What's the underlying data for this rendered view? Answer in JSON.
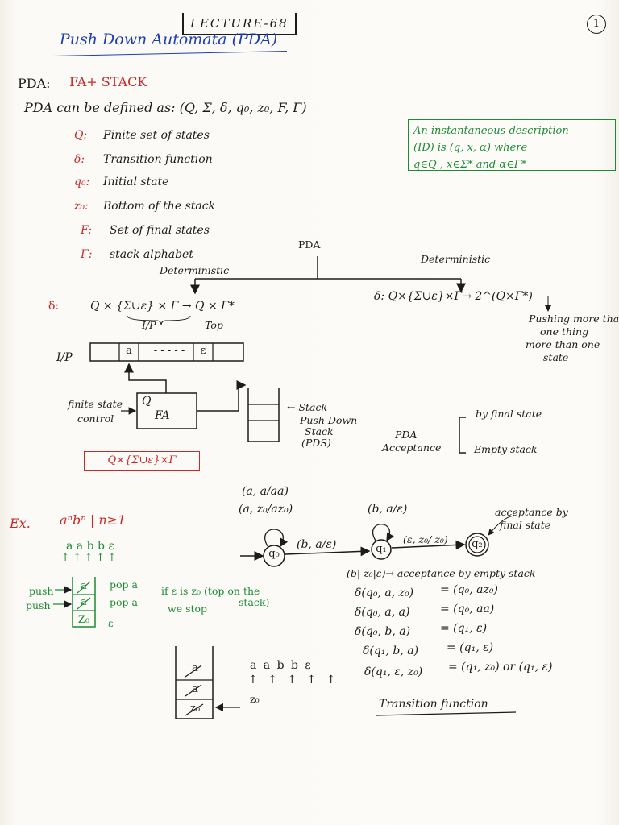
{
  "header": {
    "lecture": "LECTURE-68",
    "page_number": "1",
    "title": "Push Down Automata (PDA)"
  },
  "intro": {
    "pda_label": "PDA:",
    "pda_value": "FA+ STACK",
    "defined_as": "PDA can be defined as: (Q, Σ, δ, q₀, z₀, F, Γ)"
  },
  "definitions": [
    {
      "symbol": "Q:",
      "meaning": "Finite set of states"
    },
    {
      "symbol": "δ:",
      "meaning": "Transition function"
    },
    {
      "symbol": "q₀:",
      "meaning": "Initial state"
    },
    {
      "symbol": "z₀:",
      "meaning": "Bottom of the stack"
    },
    {
      "symbol": "F:",
      "meaning": "Set of final states"
    },
    {
      "symbol": "Γ:",
      "meaning": "stack alphabet"
    }
  ],
  "instantaneous": {
    "line1": "An instantaneous description",
    "line2": "(ID) is (q, x, α) where",
    "line3": "q∈Q , x∈Σ* and α∈Γ*"
  },
  "tree": {
    "root": "PDA",
    "left": "Deterministic",
    "right": "Deterministic"
  },
  "delta": {
    "label": "δ:",
    "left_formula": "Q × {Σ∪ε} × Γ → Q × Γ*",
    "ip_label": "I/P",
    "top_label": "Top",
    "right_formula": "δ: Q×{Σ∪ε}×Γ→ 2^(Q×Γ*)",
    "note1": "Pushing more than",
    "note2": "one thing",
    "note3": "more than one",
    "note4": "state"
  },
  "machine": {
    "input_label": "I/P",
    "tape_a": "a",
    "tape_dots": "- - - - -",
    "tape_eps": "ε",
    "control_label1": "finite state",
    "control_label2": "control",
    "fa_q": "Q",
    "fa_label": "FA",
    "stack_label1": "← Stack",
    "stack_label2": "Push Down",
    "stack_label3": "Stack",
    "stack_label4": "(PDS)",
    "boxed_formula": "Q×{Σ∪ε}×Γ"
  },
  "acceptance": {
    "label1": "PDA",
    "label2": "Acceptance",
    "by_final": "by final state",
    "empty": "Empty stack"
  },
  "example": {
    "ex_label": "Ex.",
    "language": "aⁿbⁿ | n≥1",
    "input_string": "a a b b ε",
    "push1": "push",
    "push2": "push",
    "pop1": "pop a",
    "pop2": "pop a",
    "stack_a1": "a",
    "stack_a2": "a",
    "stack_z0": "Z₀",
    "eps": "ε",
    "note1": "if ε is z₀ (top on the",
    "note2": "we stop",
    "note3": "stack)"
  },
  "automaton": {
    "loop_q0_1": "(a, a/aa)",
    "loop_q0_2": "(a, z₀/az₀)",
    "loop_q1": "(b, a/ε)",
    "edge_q0_q1": "(b, a/ε)",
    "edge_q1_q2": "(ε, z₀/ z₀)",
    "q0": "q₀",
    "q1": "q₁",
    "q2": "q₂",
    "final_note1": "acceptance by",
    "final_note2": "final state",
    "empty_note": "(b| z₀|ε)→ acceptance by empty stack"
  },
  "transitions": [
    {
      "lhs": "δ(q₀, a, z₀)",
      "rhs": "= (q₀, az₀)"
    },
    {
      "lhs": "δ(q₀, a, a)",
      "rhs": "= (q₀, aa)"
    },
    {
      "lhs": "δ(q₀, b, a)",
      "rhs": "= (q₁, ε)"
    },
    {
      "lhs": "δ(q₁, b, a)",
      "rhs": "= (q₁, ε)"
    },
    {
      "lhs": "δ(q₁, ε, z₀)",
      "rhs": "= (q₁, z₀) or (q₁, ε)"
    }
  ],
  "bottom": {
    "stack_a1": "a",
    "stack_a2": "a",
    "stack_z0": "z₀",
    "string": "a a b b ε",
    "arrows": "↑ ↑ ↑ ↑ ↑",
    "z0_label": "z₀",
    "caption": "Transition function"
  }
}
